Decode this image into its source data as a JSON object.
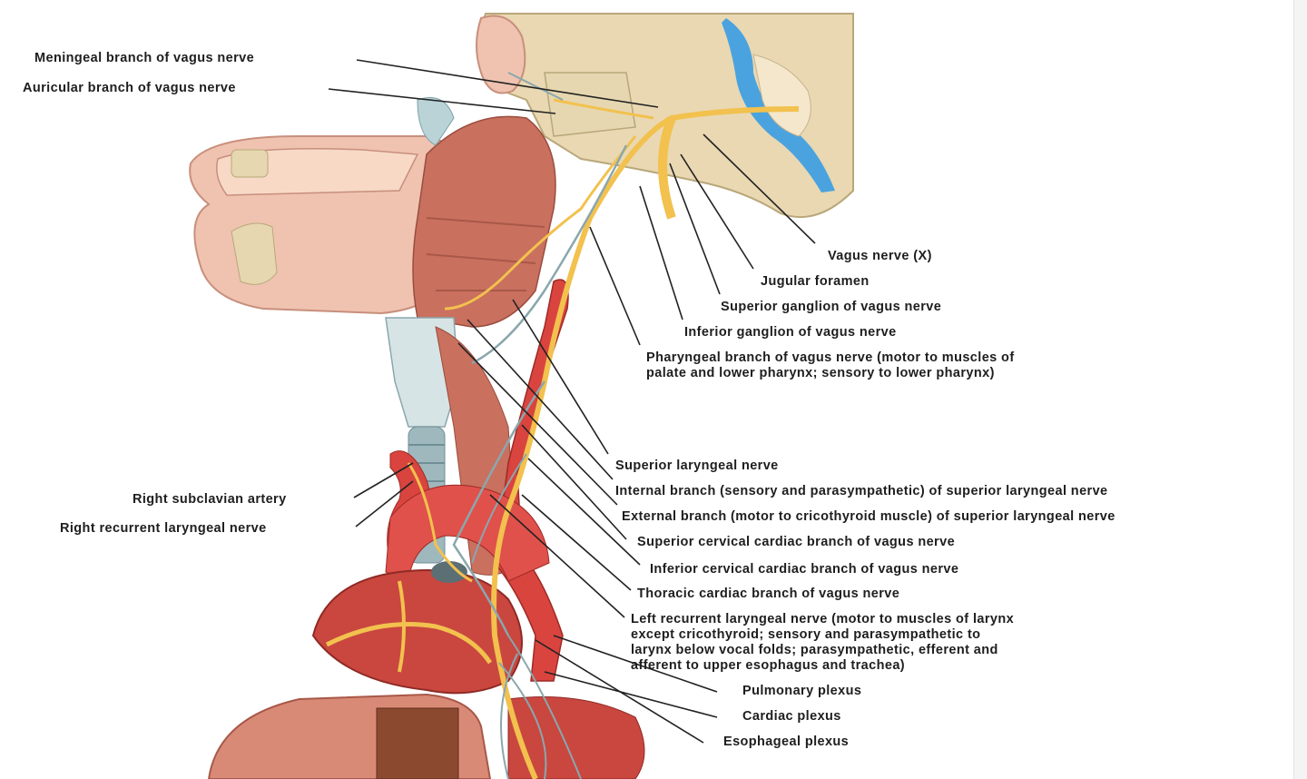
{
  "labels": {
    "meningeal_branch": "Meningeal branch of vagus nerve",
    "auricular_branch": "Auricular branch of vagus nerve",
    "vagus_nerve": "Vagus nerve (X)",
    "jugular_foramen": "Jugular foramen",
    "superior_ganglion": "Superior ganglion of vagus nerve",
    "inferior_ganglion": "Inferior ganglion of vagus nerve",
    "pharyngeal_branch": "Pharyngeal branch of vagus nerve (motor to muscles of\npalate and lower pharynx; sensory to lower pharynx)",
    "superior_laryngeal": "Superior laryngeal nerve",
    "internal_branch": "Internal branch (sensory and parasympathetic) of superior laryngeal nerve",
    "external_branch": "External branch (motor to cricothyroid muscle) of superior laryngeal nerve",
    "superior_cervical_cardiac": "Superior cervical cardiac branch of vagus nerve",
    "inferior_cervical_cardiac": "Inferior cervical cardiac branch of vagus nerve",
    "thoracic_cardiac": "Thoracic cardiac branch of vagus nerve",
    "left_recurrent_laryngeal": "Left recurrent laryngeal nerve (motor to muscles of larynx\nexcept cricothyroid; sensory and parasympathetic to\nlarynx below vocal folds; parasympathetic, efferent and\nafferent to upper esophagus and trachea)",
    "pulmonary_plexus": "Pulmonary plexus",
    "cardiac_plexus": "Cardiac plexus",
    "esophageal_plexus": "Esophageal plexus",
    "right_subclavian_artery": "Right subclavian artery",
    "right_recurrent_laryngeal": "Right recurrent laryngeal nerve"
  },
  "colors": {
    "nerve": "#f2c14e",
    "vessel": "#d9443f",
    "muscle": "#c9705f",
    "skin": "#efc3b0",
    "bone": "#e6d7b0",
    "csf": "#4aa3de",
    "leader_line": "#222222"
  }
}
